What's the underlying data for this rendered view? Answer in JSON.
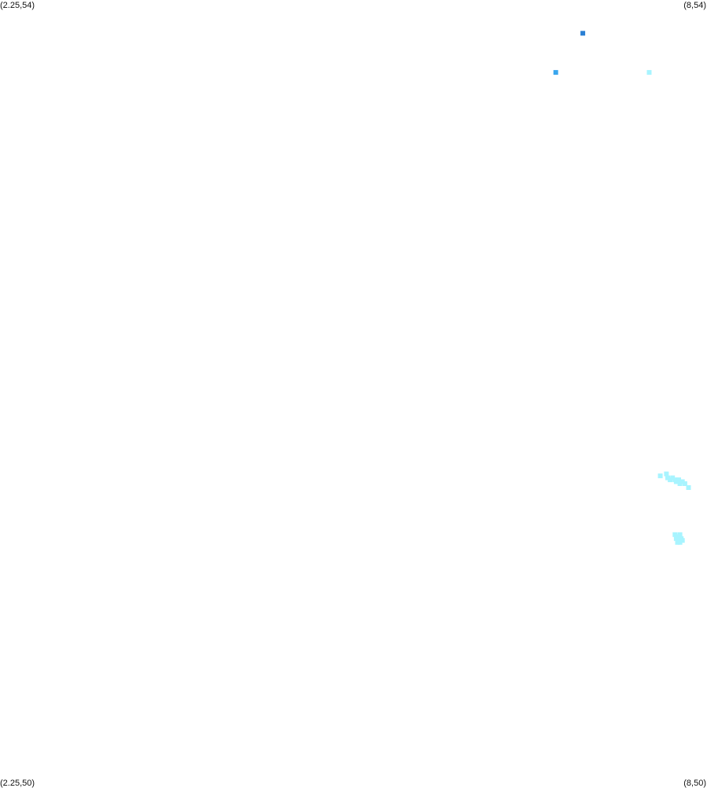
{
  "corner_labels": {
    "top_left": "(2.25,54)",
    "top_right": "(8,54)",
    "bottom_left": "(2.25,50)",
    "bottom_right": "(8,50)"
  },
  "map": {
    "x_range": [
      2.25,
      8
    ],
    "y_range": [
      50,
      54
    ],
    "marker_shape": "square",
    "points": [
      {
        "x": 6.99,
        "y": 53.83,
        "color": "#2a7fd4"
      },
      {
        "x": 6.77,
        "y": 53.63,
        "color": "#3aa6ee"
      },
      {
        "x": 7.53,
        "y": 53.63,
        "color": "#a8f4ff"
      },
      {
        "x": 7.62,
        "y": 51.57,
        "color": "#a8f4ff"
      },
      {
        "x": 7.67,
        "y": 51.58,
        "color": "#a8f4ff"
      },
      {
        "x": 7.68,
        "y": 51.56,
        "color": "#a8f4ff"
      },
      {
        "x": 7.7,
        "y": 51.55,
        "color": "#a8f4ff"
      },
      {
        "x": 7.72,
        "y": 51.56,
        "color": "#a8f4ff"
      },
      {
        "x": 7.74,
        "y": 51.55,
        "color": "#a8f4ff"
      },
      {
        "x": 7.75,
        "y": 51.54,
        "color": "#a8f4ff"
      },
      {
        "x": 7.77,
        "y": 51.55,
        "color": "#a8f4ff"
      },
      {
        "x": 7.78,
        "y": 51.53,
        "color": "#a8f4ff"
      },
      {
        "x": 7.8,
        "y": 51.54,
        "color": "#a8f4ff"
      },
      {
        "x": 7.82,
        "y": 51.53,
        "color": "#a8f4ff"
      },
      {
        "x": 7.85,
        "y": 51.51,
        "color": "#a8f4ff"
      },
      {
        "x": 7.74,
        "y": 51.27,
        "color": "#a8f4ff"
      },
      {
        "x": 7.76,
        "y": 51.26,
        "color": "#a8f4ff"
      },
      {
        "x": 7.78,
        "y": 51.27,
        "color": "#a8f4ff"
      },
      {
        "x": 7.75,
        "y": 51.25,
        "color": "#a8f4ff"
      },
      {
        "x": 7.77,
        "y": 51.24,
        "color": "#a8f4ff"
      },
      {
        "x": 7.79,
        "y": 51.25,
        "color": "#a8f4ff"
      },
      {
        "x": 7.78,
        "y": 51.23,
        "color": "#a8f4ff"
      },
      {
        "x": 7.8,
        "y": 51.24,
        "color": "#a8f4ff"
      },
      {
        "x": 7.76,
        "y": 51.23,
        "color": "#a8f4ff"
      }
    ]
  }
}
